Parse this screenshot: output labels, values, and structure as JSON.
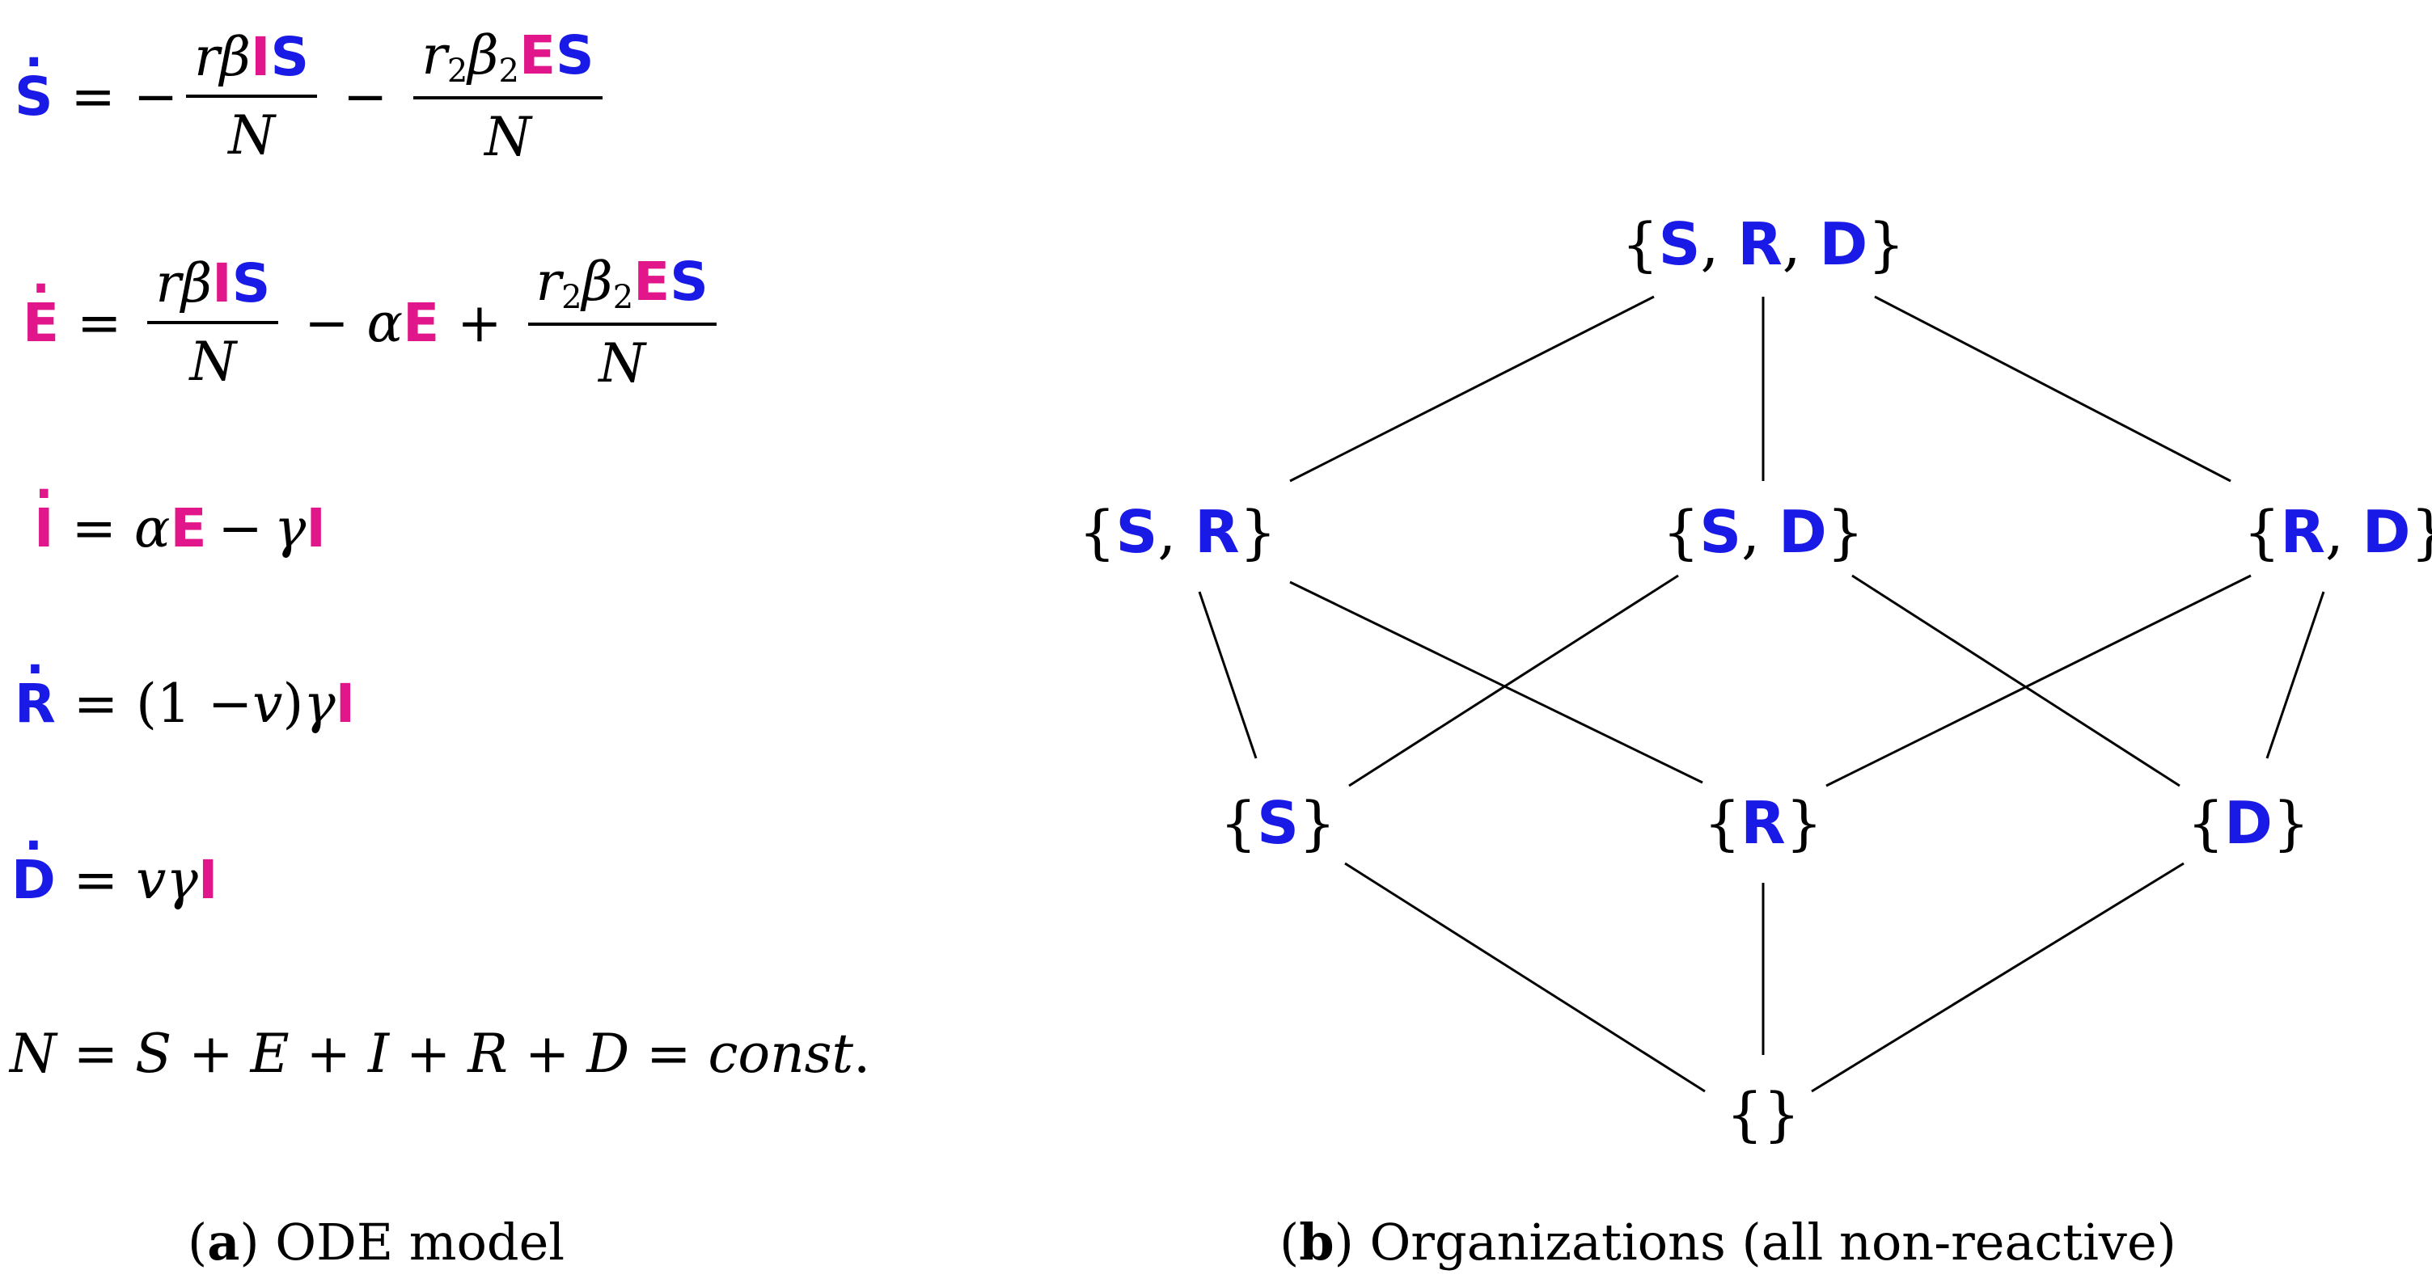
{
  "equations": {
    "s": {
      "lhs": "S",
      "ops": [
        "=",
        "−",
        "−"
      ],
      "frac1_num": "rβ",
      "frac1_num_b": "I",
      "frac1_num_c": "S",
      "frac1_den": "N",
      "frac2_num": "r",
      "frac2_sub1": "2",
      "frac2_num_b": "β",
      "frac2_sub2": "2",
      "frac2_num_c": "E",
      "frac2_num_d": "S",
      "frac2_den": "N"
    },
    "e": {
      "lhs": "E",
      "ops": [
        "=",
        "−",
        "+"
      ],
      "frac1_num": "rβ",
      "frac1_num_b": "I",
      "frac1_num_c": "S",
      "frac1_den": "N",
      "mid_a": "α",
      "mid_b": "E",
      "frac2_num": "r",
      "frac2_sub1": "2",
      "frac2_num_b": "β",
      "frac2_sub2": "2",
      "frac2_num_c": "E",
      "frac2_num_d": "S",
      "frac2_den": "N"
    },
    "i": {
      "lhs": "I",
      "eq": "=",
      "a": "α",
      "b": "E",
      "minus": "−",
      "c": "γ",
      "d": "I"
    },
    "r": {
      "lhs": "R",
      "eq": "=",
      "a": "(1 − ",
      "b": "v",
      "c": ")",
      "d": "γ",
      "e": "I"
    },
    "d": {
      "lhs": "D",
      "eq": "=",
      "a": "v",
      "b": "γ",
      "c": "I"
    },
    "n": {
      "text_a": "N",
      "text_b": " = ",
      "text_c": "S",
      "text_d": " + ",
      "text_e": "E",
      "text_f": " + ",
      "text_g": "I",
      "text_h": " + ",
      "text_i": "R",
      "text_j": " + ",
      "text_k": "D",
      "text_l": " = ",
      "text_m": "const",
      "text_n": "."
    }
  },
  "captions": {
    "a": {
      "label": "a",
      "text": " ODE model"
    },
    "b": {
      "label": "b",
      "text": " Organizations (all non-reactive)"
    }
  },
  "lattice": {
    "top": [
      "S",
      "R",
      "D"
    ],
    "sr": [
      "S",
      "R"
    ],
    "sd": [
      "S",
      "D"
    ],
    "rd": [
      "R",
      "D"
    ],
    "s": [
      "S"
    ],
    "r": [
      "R"
    ],
    "d": [
      "D"
    ],
    "empty": "{}"
  },
  "colors": {
    "species_blue": "#1a1ae6",
    "species_pink": "#e0168a"
  }
}
